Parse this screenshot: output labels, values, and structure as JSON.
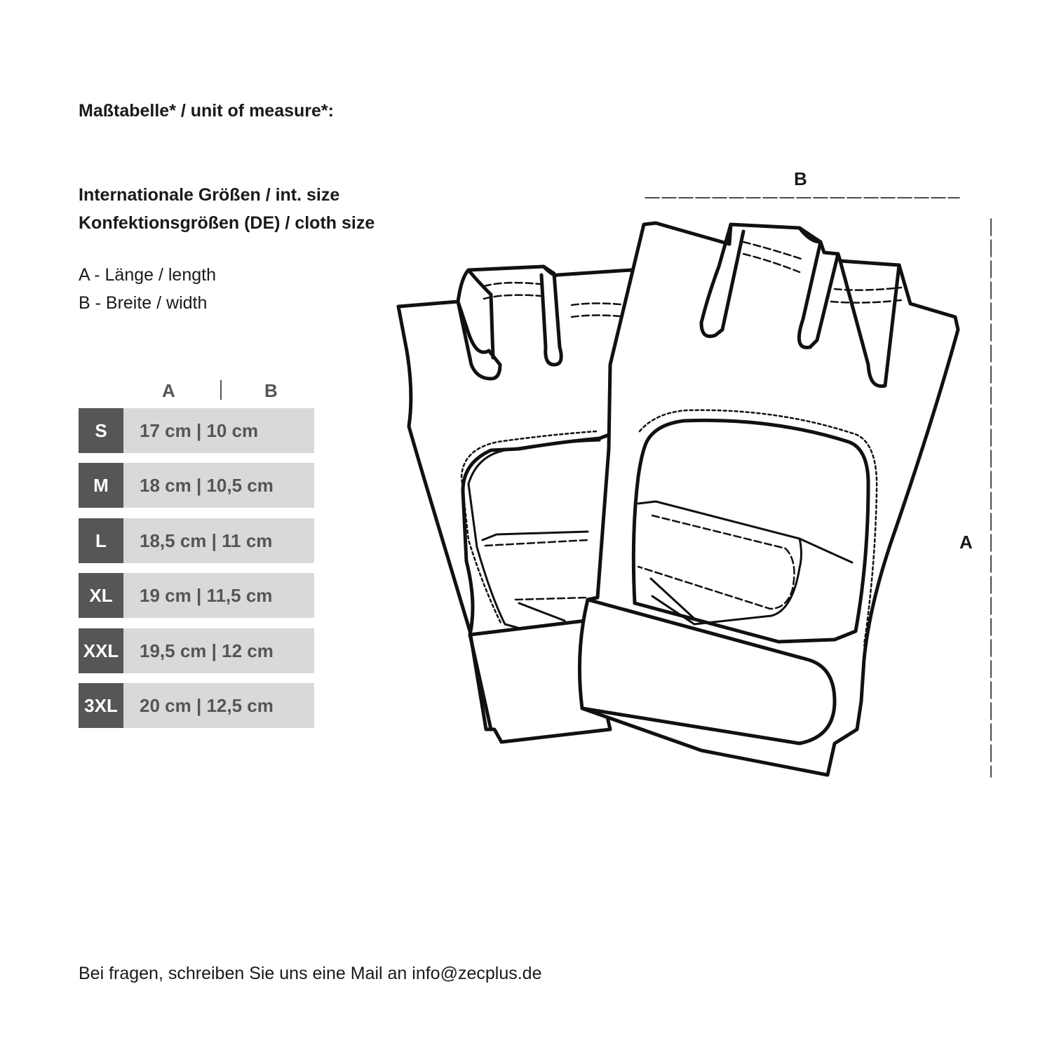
{
  "title": "Maßtabelle* / unit of measure*:",
  "size_lines": [
    "Internationale Größen / int. size",
    "Konfektionsgrößen (DE) / cloth size"
  ],
  "legend": [
    "A - Länge / length",
    "B - Breite / width"
  ],
  "table": {
    "head_a": "A",
    "head_b": "B",
    "rows": [
      {
        "size": "S",
        "value": "17 cm | 10 cm"
      },
      {
        "size": "M",
        "value": "18 cm | 10,5 cm"
      },
      {
        "size": "L",
        "value": "18,5 cm | 11 cm"
      },
      {
        "size": "XL",
        "value": "19 cm | 11,5 cm"
      },
      {
        "size": "XXL",
        "value": "19,5 cm | 12 cm"
      },
      {
        "size": "3XL",
        "value": "20 cm | 12,5 cm"
      }
    ]
  },
  "diagram": {
    "label_b": "B",
    "label_a": "A"
  },
  "footer": "Bei fragen, schreiben Sie uns eine Mail an info@zecplus.de",
  "colors": {
    "size_cell": "#575556",
    "value_cell": "#d9d9d9",
    "value_text": "#555555"
  }
}
